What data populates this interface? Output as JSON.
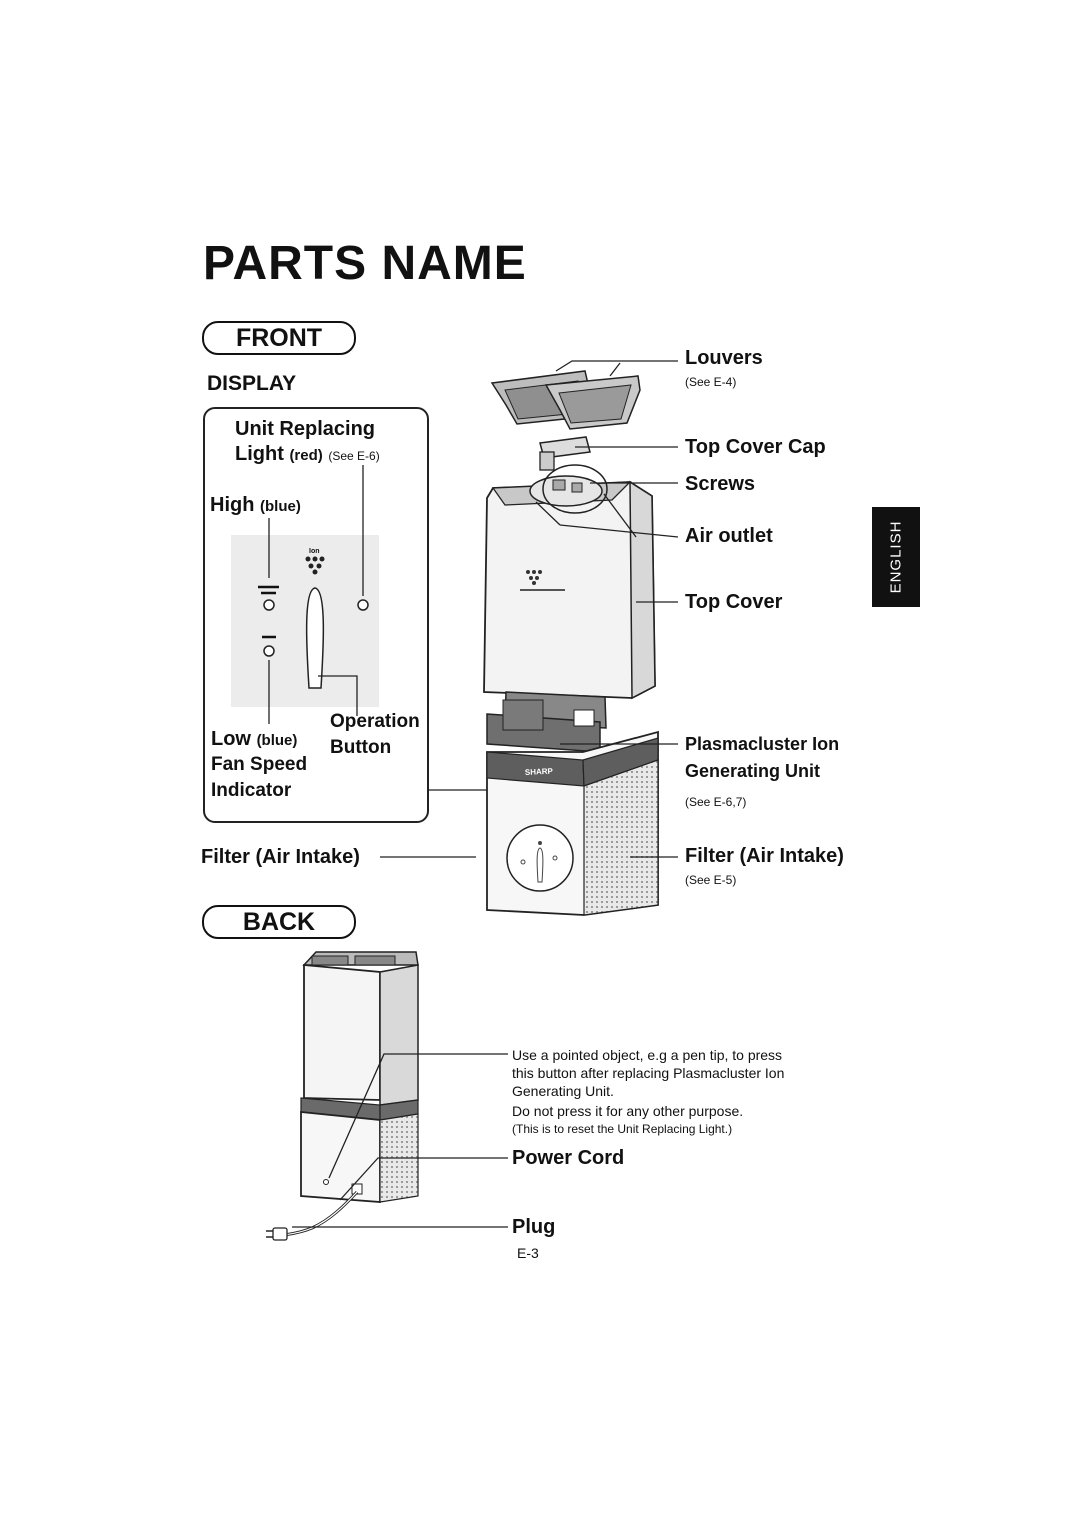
{
  "title": "PARTS NAME",
  "sections": {
    "front": "FRONT",
    "back": "BACK"
  },
  "display": {
    "heading": "DISPLAY",
    "unit_replacing_1": "Unit Replacing",
    "unit_replacing_2": "Light",
    "unit_replacing_color": "(red)",
    "unit_replacing_see": "(See E-6)",
    "high": "High",
    "high_color": "(blue)",
    "low": "Low",
    "low_color": "(blue)",
    "fan_speed_1": "Fan Speed",
    "fan_speed_2": "Indicator",
    "operation_1": "Operation",
    "operation_2": "Button"
  },
  "front_labels": {
    "filter_left": "Filter (Air Intake)",
    "louvers": "Louvers",
    "louvers_see": "(See E-4)",
    "top_cover_cap": "Top Cover Cap",
    "screws": "Screws",
    "air_outlet": "Air outlet",
    "top_cover": "Top Cover",
    "plasmacluster_1": "Plasmacluster Ion",
    "plasmacluster_2": "Generating Unit",
    "plasmacluster_see": "(See E-6,7)",
    "filter_right": "Filter (Air Intake)",
    "filter_right_see": "(See E-5)"
  },
  "back_labels": {
    "note_1": "Use a pointed object, e.g a pen tip, to press",
    "note_2": "this button after replacing Plasmacluster Ion",
    "note_3": "Generating Unit.",
    "note_4": "Do not press it for any other purpose.",
    "note_5": "(This is to reset the Unit Replacing Light.)",
    "power_cord": "Power Cord",
    "plug": "Plug"
  },
  "language_tab": "ENGLISH",
  "page_number": "E-3",
  "brand_mark": "SHARP",
  "ion_mark": "Ion"
}
